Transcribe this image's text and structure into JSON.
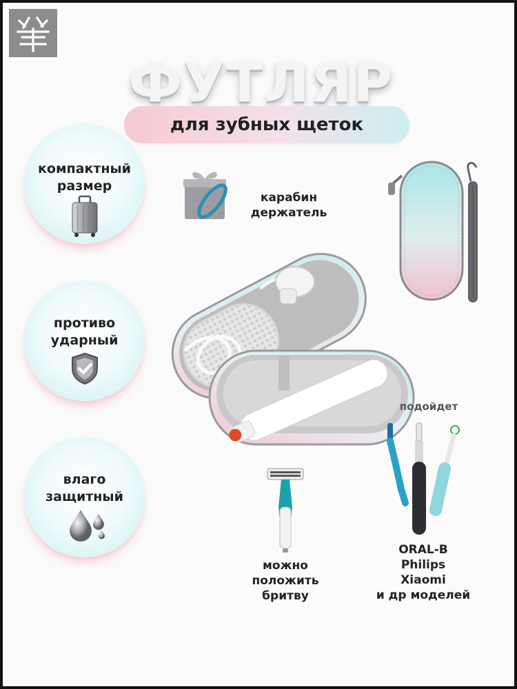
{
  "header": {
    "title": "ФУТЛЯР",
    "subtitle": "для зубных щеток"
  },
  "features": [
    {
      "line1": "компактный",
      "line2": "размер",
      "icon": "suitcase-icon"
    },
    {
      "line1": "противо",
      "line2": "ударный",
      "icon": "shield-check-icon"
    },
    {
      "line1": "влаго",
      "line2": "защитный",
      "icon": "water-drops-icon"
    }
  ],
  "carabiner": {
    "line1": "карабин",
    "line2": "держатель",
    "icon": "gift-carabiner-icon"
  },
  "razor": {
    "line1": "можно",
    "line2": "положить",
    "line3": "бритву",
    "icon": "razor-icon"
  },
  "compatibility": {
    "heading": "подойдет",
    "line1": "ORAL-B",
    "line2": "Philips",
    "line3": "Xiaomi",
    "line4": "и др моделей",
    "icon": "toothbrushes-icon"
  },
  "colors": {
    "pink": "#f7c9d2",
    "mint": "#bfeaec",
    "case_gray": "#9c9c9c"
  }
}
